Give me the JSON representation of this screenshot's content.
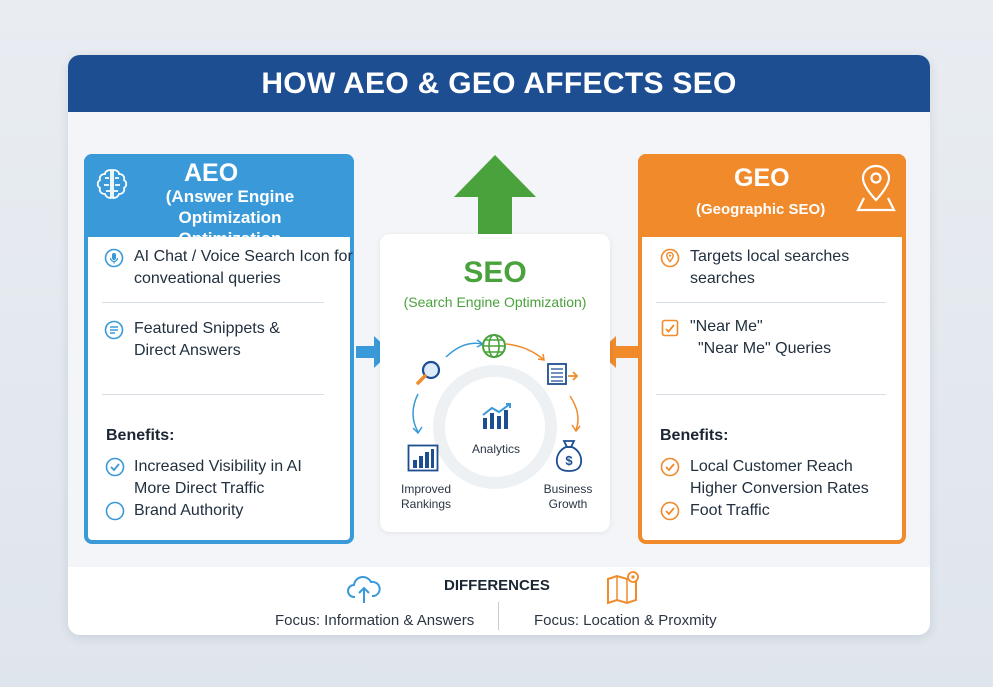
{
  "title": "HOW AEO & GEO AFFECTS SEO",
  "aeo": {
    "title": "AEO",
    "subtitle": "(Answer Engine Optimization",
    "items": [
      {
        "icon": "microphone-icon",
        "text": "AI Chat / Voice Search Icon for conveational queries"
      },
      {
        "icon": "snippet-icon",
        "text": "Featured Snippets & Direct Answers"
      }
    ],
    "benefits_label": "Benefits:",
    "benefits": [
      "Increased Visibility in AI",
      "More Direct Traffic",
      "Brand Authority"
    ]
  },
  "geo": {
    "title": "GEO",
    "subtitle": "(Geographic SEO)",
    "items": [
      {
        "icon": "location-pin-icon",
        "text": "Targets local searches searches"
      },
      {
        "icon": "checklist-icon",
        "text": "\"Near Me\"",
        "text2": "\"Near Me\" Queries"
      }
    ],
    "benefits_label": "Benefits:",
    "benefits": [
      "Local Customer Reach",
      "Higher Conversion Rates",
      "Foot Traffic"
    ]
  },
  "seo": {
    "title": "SEO",
    "subtitle": "(Search Engine Optimization)",
    "analytics": "Analytics",
    "rankings_1": "Improved",
    "rankings_2": "Rankings",
    "growth_1": "Business",
    "growth_2": "Growth"
  },
  "bottom": {
    "heading": "DIFFERENCES",
    "aeo_focus": "Focus: Information & Answers",
    "geo_focus": "Focus: Location & Proxmity"
  },
  "colors": {
    "aeo": "#3a9ad9",
    "geo": "#f08a2b",
    "seo": "#4aa23c",
    "banner": "#1e4e92"
  }
}
